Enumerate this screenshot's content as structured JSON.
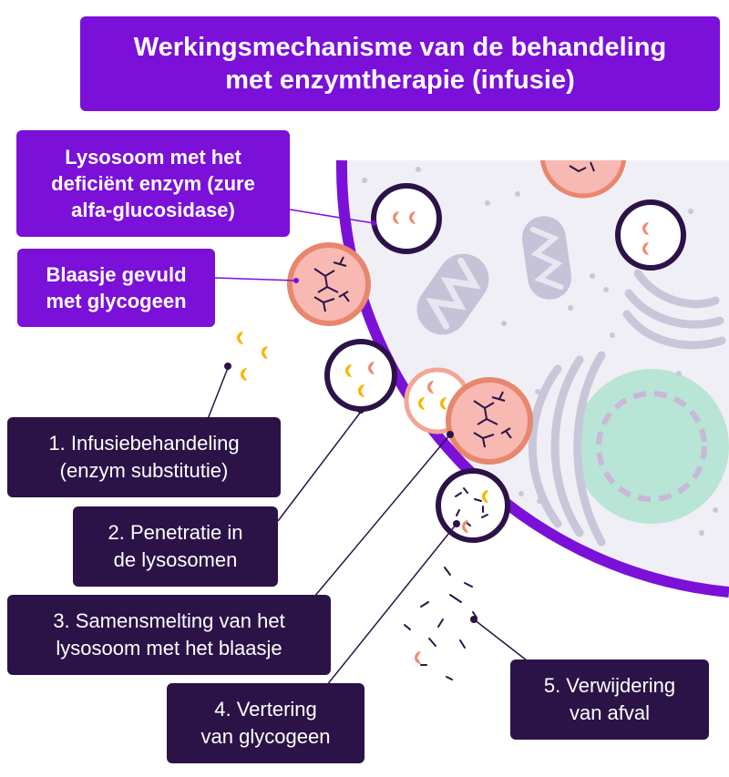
{
  "title": "Werkingsmechanisme van de behandeling\nmet enzymtherapie (infusie)",
  "colors": {
    "accent_purple": "#7b10d8",
    "dark_box": "#2b1347",
    "cell_fill": "#f1eff6",
    "lysosome_ring": "#2b1347",
    "vesicle_fill": "#f7b9b2",
    "vesicle_ring": "#e8866e",
    "enzyme_yellow": "#f5b800",
    "enzyme_salmon": "#ef8e74",
    "organelle_grey": "#bfbdd2",
    "nucleus_teal": "#aee3cf"
  },
  "labels": {
    "lysosome": "Lysosoom met het\ndeficiënt enzym (zure\nalfa-glucosidase)",
    "vesicle": "Blaasje gevuld\nmet glycogeen",
    "step1": "1. Infusiebehandeling\n(enzym substitutie)",
    "step2": "2. Penetratie in\nde lysosomen",
    "step3": "3. Samensmelting van het\nlysosoom met het blaasje",
    "step4": "4. Vertering\nvan glycogeen",
    "step5": "5. Verwijdering\nvan afval"
  }
}
